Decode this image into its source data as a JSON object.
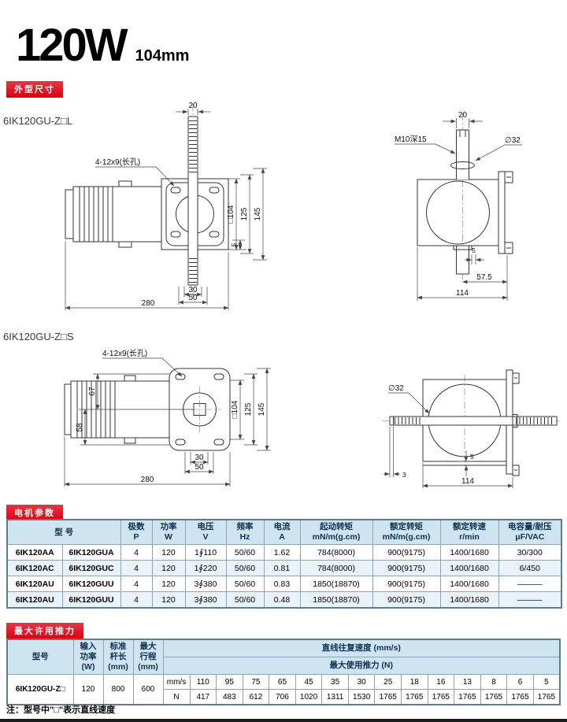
{
  "header": {
    "title": "120W",
    "subtitle": "104mm"
  },
  "badges": {
    "dimensions": "外型尺寸",
    "motor_params": "电机参数",
    "max_thrust": "最大许用推力"
  },
  "drawings": {
    "model_l": "6IK120GU-Z□L",
    "model_s": "6IK120GU-Z□S",
    "d1": {
      "rod_width": "20",
      "slots": "4-12x9(长孔)",
      "square": "□104",
      "d125": "125",
      "d145": "145",
      "d5": "5",
      "d30": "30",
      "d50": "50",
      "total": "280"
    },
    "d2": {
      "rod_width": "20",
      "tap": "M10深15",
      "dia": "∅32",
      "d5": "5",
      "d57": "57.5",
      "total": "114"
    },
    "d3": {
      "slots": "4-12x9(长孔)",
      "d67": "67",
      "d58": "58",
      "square": "□104",
      "d125": "125",
      "d145": "145",
      "d30": "30",
      "d50": "50",
      "total": "280"
    },
    "d4": {
      "dia": "∅32",
      "d5": "5",
      "d3": "3",
      "total": "114"
    }
  },
  "motor_table": {
    "headers": {
      "model": "型  号",
      "poles": "极数\nP",
      "power": "功率\nW",
      "voltage": "电压\nV",
      "frequency": "频率\nHz",
      "current": "电流\nA",
      "start_torque": "起动转矩\nmN/m(g.cm)",
      "rated_torque": "额定转矩\nmN/m(g.cm)",
      "rated_speed": "额定转速\nr/min",
      "capacitor": "电容量/耐压\nμF/VAC"
    },
    "rows": [
      [
        "6IK120AA",
        "6IK120GUA",
        "4",
        "120",
        "1∮110",
        "50/60",
        "1.62",
        "784(8000)",
        "900(9175)",
        "1400/1680",
        "30/300"
      ],
      [
        "6IK120AC",
        "6IK120GUC",
        "4",
        "120",
        "1∮220",
        "50/60",
        "0.81",
        "784(8000)",
        "900(9175)",
        "1400/1680",
        "6/450"
      ],
      [
        "6IK120AU",
        "6IK120GUU",
        "4",
        "120",
        "3∮380",
        "50/60",
        "0.83",
        "1850(18870)",
        "900(9175)",
        "1400/1680",
        "———"
      ],
      [
        "6IK120AU",
        "6IK120GUU",
        "4",
        "120",
        "3∮380",
        "50/60",
        "0.48",
        "1850(18870)",
        "900(9175)",
        "1400/1680",
        "———"
      ]
    ]
  },
  "thrust_table": {
    "headers": {
      "model": "型号",
      "power": "输入\n功率\n(W)",
      "rod_length": "标准\n杆长\n(mm)",
      "stroke": "最大\n行程\n(mm)",
      "speed": "直线往复速度 (mm/s)",
      "force": "最大使用推力 (N)"
    },
    "model": "6IK120GU-Z□",
    "power": "120",
    "rod_length": "800",
    "stroke": "600",
    "unit_speed": "mm/s",
    "unit_force": "N",
    "speeds": [
      "110",
      "95",
      "75",
      "65",
      "45",
      "35",
      "30",
      "25",
      "18",
      "16",
      "13",
      "8",
      "6",
      "5"
    ],
    "forces": [
      "417",
      "483",
      "612",
      "706",
      "1020",
      "1311",
      "1530",
      "1765",
      "1765",
      "1765",
      "1765",
      "1765",
      "1765",
      "1765"
    ]
  },
  "footer": {
    "note": "注：型号中\"□\"表示直线速度"
  }
}
